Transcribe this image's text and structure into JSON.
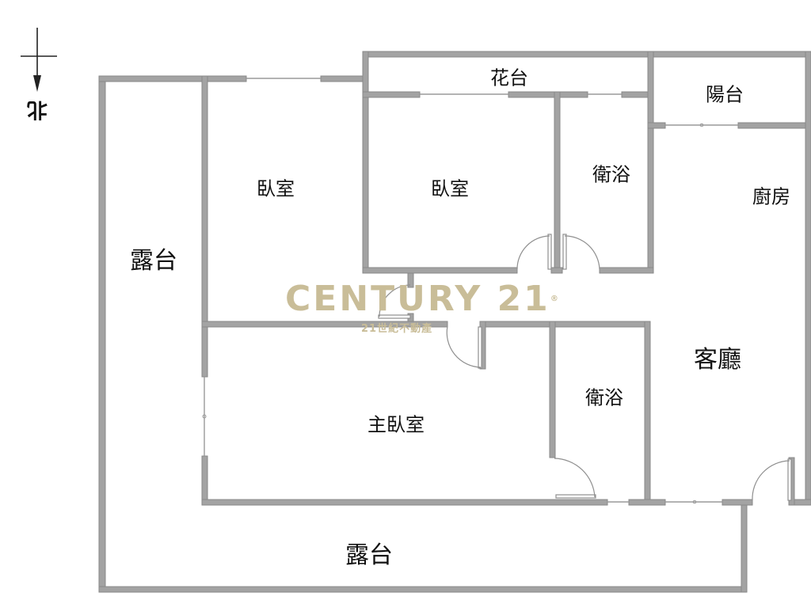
{
  "compass": {
    "label": "北",
    "direction": "down",
    "icon": "north-arrow-icon"
  },
  "watermark": {
    "brand": "CENTURY 21",
    "registered_mark": "®",
    "subtitle": "21世紀不動產",
    "color": "#c9bd98"
  },
  "rooms": {
    "flower_bed": "花台",
    "balcony": "陽台",
    "bedroom_1": "臥室",
    "bedroom_2": "臥室",
    "bathroom_1": "衛浴",
    "kitchen": "廚房",
    "terrace_left": "露台",
    "living_room": "客廳",
    "bathroom_2": "衛浴",
    "master_bedroom": "主臥室",
    "terrace_bottom": "露台"
  },
  "colors": {
    "wall_fill": "#a3a3a3",
    "wall_stroke": "#8a8a8a",
    "text": "#111111",
    "background": "#ffffff"
  }
}
